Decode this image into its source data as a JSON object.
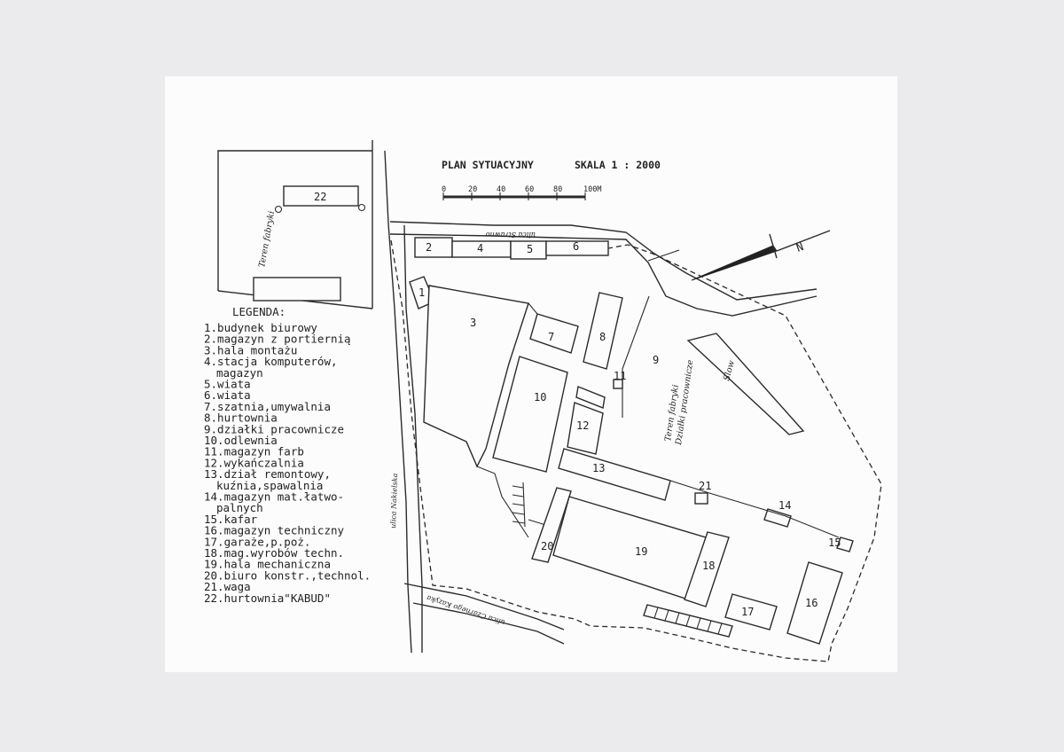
{
  "title": "PLAN SYTUACYJNY",
  "scale_text": "SKALA 1 : 2000",
  "scale_ticks": [
    "0",
    "20",
    "40",
    "60",
    "80",
    "100M"
  ],
  "north_label": "N",
  "legend_title": "LEGENDA:",
  "legend": [
    [
      "1.budynek biurowy"
    ],
    [
      "2.magazyn z portiernią"
    ],
    [
      "3.hala montażu"
    ],
    [
      "4.stacja komputerów,",
      "  magazyn"
    ],
    [
      "5.wiata"
    ],
    [
      "6.wiata"
    ],
    [
      "7.szatnia,umywalnia"
    ],
    [
      "8.hurtownia"
    ],
    [
      "9.działki pracownicze"
    ],
    [
      "10.odlewnia"
    ],
    [
      "11.magazyn farb"
    ],
    [
      "12.wykańczalnia"
    ],
    [
      "13.dział remontowy,",
      "  kuźnia,spawalnia"
    ],
    [
      "14.magazyn mat.łatwo-",
      "  palnych"
    ],
    [
      "15.kafar"
    ],
    [
      "16.magazyn techniczny"
    ],
    [
      "17.garaże,p.poż."
    ],
    [
      "18.mag.wyrobów techn."
    ],
    [
      "19.hala mechaniczna"
    ],
    [
      "20.biuro konstr.,technol."
    ],
    [
      "21.waga"
    ],
    [
      "22.hurtownia\"KABUD\""
    ]
  ],
  "streets": {
    "strawno": "ulica Strawno",
    "nakielska": "ulica Nakielska",
    "czarnego": "ulica Czarnego Kazyka"
  },
  "areas": {
    "teren_fabryki": "Teren fabryki",
    "dzialki": "Działki pracownicze",
    "slow": "Slow"
  },
  "building_numbers": [
    "1",
    "2",
    "3",
    "4",
    "5",
    "6",
    "7",
    "8",
    "9",
    "10",
    "11",
    "12",
    "13",
    "14",
    "15",
    "16",
    "17",
    "18",
    "19",
    "20",
    "21",
    "22"
  ]
}
